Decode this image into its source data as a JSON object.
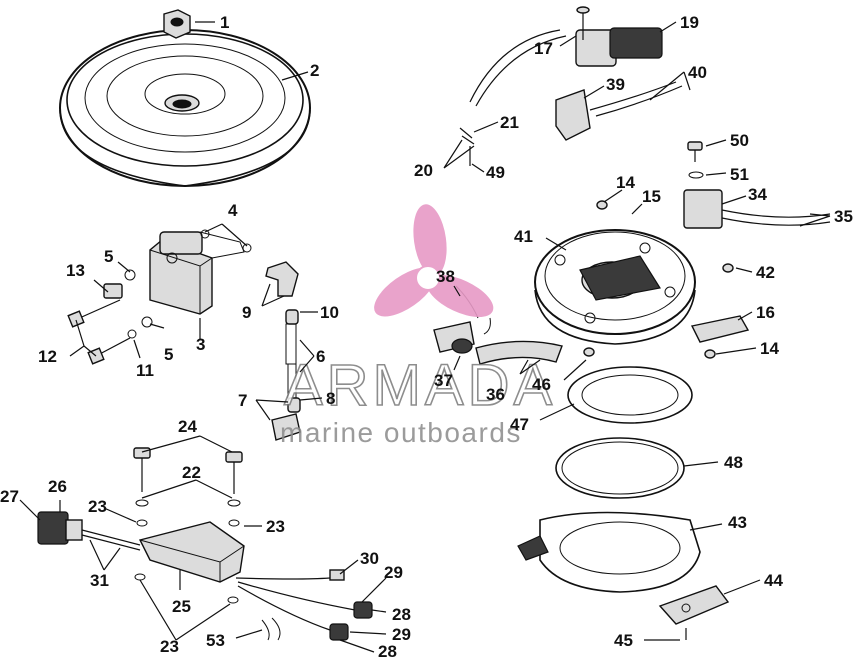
{
  "watermark": {
    "brand": "ARMADA",
    "tagline": "marine outboards",
    "logo_color": "#e79ac6"
  },
  "labels": [
    "1",
    "2",
    "3",
    "4",
    "5",
    "5",
    "6",
    "7",
    "8",
    "9",
    "10",
    "11",
    "12",
    "13",
    "14",
    "14",
    "15",
    "16",
    "17",
    "19",
    "20",
    "21",
    "22",
    "23",
    "23",
    "23",
    "24",
    "25",
    "26",
    "27",
    "28",
    "28",
    "29",
    "29",
    "30",
    "31",
    "34",
    "35",
    "36",
    "37",
    "38",
    "39",
    "40",
    "41",
    "42",
    "43",
    "44",
    "45",
    "46",
    "47",
    "48",
    "49",
    "50",
    "51",
    "53"
  ]
}
